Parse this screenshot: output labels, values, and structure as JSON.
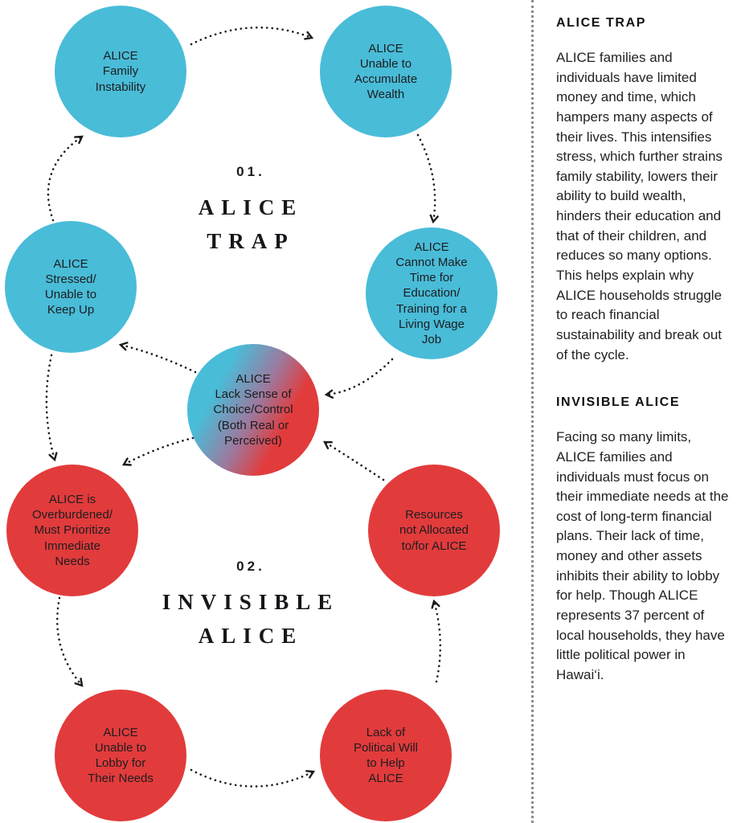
{
  "diagram": {
    "cycles": [
      {
        "number": "01.",
        "title": "ALICE\nTRAP"
      },
      {
        "number": "02.",
        "title": "INVISIBLE\nALICE"
      }
    ],
    "nodes": [
      {
        "id": "family-instability",
        "color": "blue",
        "text": "ALICE\nFamily\nInstability"
      },
      {
        "id": "accumulate-wealth",
        "color": "blue",
        "text": "ALICE\nUnable to\nAccumulate\nWealth"
      },
      {
        "id": "education-time",
        "color": "blue",
        "text": "ALICE\nCannot Make\nTime for\nEducation/\nTraining for a\nLiving Wage\nJob"
      },
      {
        "id": "stressed",
        "color": "blue",
        "text": "ALICE\nStressed/\nUnable to\nKeep Up"
      },
      {
        "id": "choice-control",
        "color": "gradient",
        "text": "ALICE\nLack Sense of\nChoice/Control\n(Both Real or\nPerceived)"
      },
      {
        "id": "overburdened",
        "color": "red",
        "text": "ALICE is\nOverburdened/\nMust Prioritize\nImmediate\nNeeds"
      },
      {
        "id": "resources",
        "color": "red",
        "text": "Resources\nnot Allocated\nto/for ALICE"
      },
      {
        "id": "lobby",
        "color": "red",
        "text": "ALICE\nUnable to\nLobby for\nTheir Needs"
      },
      {
        "id": "political-will",
        "color": "red",
        "text": "Lack of\nPolitical Will\nto Help\nALICE"
      }
    ]
  },
  "sidebar": {
    "sections": [
      {
        "heading": "ALICE TRAP",
        "body": "ALICE families and individuals have limited money and time, which hampers many aspects of their lives. This intensifies stress, which further strains family stability, lowers their ability to build wealth, hinders their education and that of their children, and reduces so many options. This helps explain why ALICE households struggle to reach financial sustainability and break out of the cycle."
      },
      {
        "heading": "INVISIBLE ALICE",
        "body": "Facing so many limits, ALICE families and individuals must focus on their immediate needs at the cost of long-term financial plans. Their lack of time, money and other assets inhibits their ability to lobby for help. Though ALICE represents 37 percent of local households, they have little political power in Hawai‘i."
      }
    ]
  },
  "colors": {
    "blue": "#49BCD8",
    "red": "#E23B3C",
    "text_dark": "#1D1D1F",
    "divider": "#8C8C8C"
  }
}
